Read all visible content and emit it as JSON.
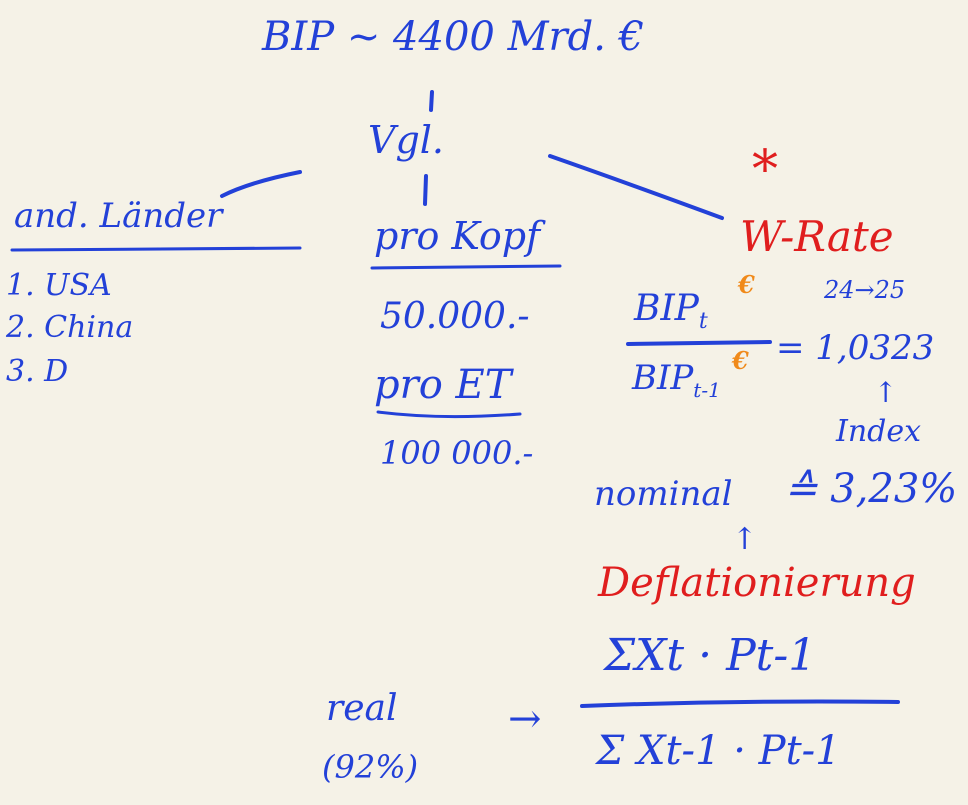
{
  "colors": {
    "ink_blue": "#2341d8",
    "ink_red": "#e01e1e",
    "ink_orange": "#f08a1a",
    "paper": "#f5f2e7"
  },
  "top": {
    "headline": "BIP ~ 4400 Mrd. €",
    "vgl": "Vgl."
  },
  "left": {
    "heading": "and. Länder",
    "items": [
      "1. USA",
      "2. China",
      "3. D"
    ]
  },
  "middle": {
    "pro_kopf_label": "pro Kopf",
    "pro_kopf_value": "50.000.-",
    "pro_et_label": "pro ET",
    "pro_et_value": "100 000.-"
  },
  "right": {
    "asterisk": "*",
    "heading": "W-Rate",
    "years": "24→25",
    "numerator": "BIP",
    "numerator_sub": "t",
    "denominator": "BIP",
    "denominator_sub": "t-1",
    "euro_mark": "€",
    "equals_value": "= 1,0323",
    "up_arrow": "↑",
    "index_label": "Index",
    "nominal_label": "nominal",
    "nominal_value": "≙ 3,23%",
    "deflation_arrow": "↑",
    "deflation_label": "Deflationierung"
  },
  "bottom": {
    "real_label": "real",
    "real_pct": "(92%)",
    "arrow": "→",
    "numerator": "ΣXt · Pt-1",
    "denominator": "Σ Xt-1 · Pt-1"
  }
}
